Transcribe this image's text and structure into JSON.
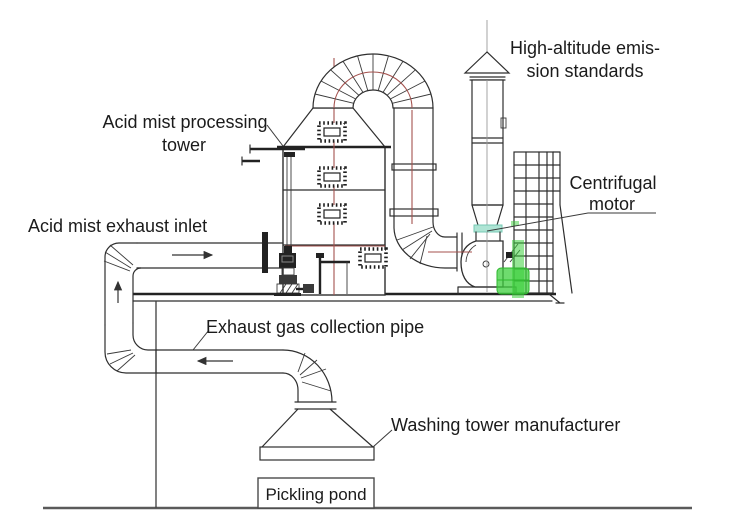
{
  "diagram": {
    "type": "industrial-schematic",
    "subject": "Acid mist exhaust treatment system",
    "labels": {
      "processing_tower": {
        "line1": "Acid mist processing",
        "line2": "tower"
      },
      "emission_standards": {
        "line1": "High-altitude emis-",
        "line2": "sion standards"
      },
      "centrifugal_motor": {
        "line1": "Centrifugal",
        "line2": "motor"
      },
      "exhaust_inlet": "Acid mist exhaust inlet",
      "collection_pipe": "Exhaust gas collection pipe",
      "washing_tower": "Washing tower manufacturer",
      "pickling_pond": "Pickling pond"
    },
    "colors": {
      "line": "#2e2e2e",
      "centerline_red": "#a4524e",
      "motor_green": "#3ecf3e",
      "flex_connector_teal": "#aee4d4",
      "text": "#1b1b1b",
      "ground": "#5a5a5a",
      "background": "#ffffff"
    },
    "flow_arrows": {
      "inlet_duct": "right",
      "riser_duct": "up",
      "collection_duct": "left"
    }
  }
}
